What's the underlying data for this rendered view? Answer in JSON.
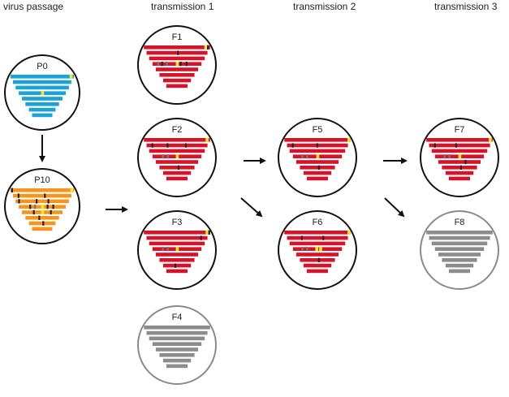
{
  "columns": [
    "virus passage",
    "transmission 1",
    "transmission 2",
    "transmission 3"
  ],
  "colors": {
    "blue": "#1aa3d6",
    "orange": "#f7941d",
    "red": "#d7132a",
    "grey": "#8c8c8c",
    "yellow": "#f5e532",
    "black": "#222222",
    "mid_grey": "#777777",
    "ring_dark": "#111111",
    "ring_grey": "#8a8a8a"
  },
  "nodes": [
    {
      "id": "P0",
      "label": "P0",
      "color": "blue",
      "ring": "dark",
      "marks": "p0"
    },
    {
      "id": "P10",
      "label": "P10",
      "color": "orange",
      "ring": "dark",
      "marks": "p10"
    },
    {
      "id": "F1",
      "label": "F1",
      "color": "red",
      "ring": "dark",
      "marks": "f1"
    },
    {
      "id": "F2",
      "label": "F2",
      "color": "red",
      "ring": "dark",
      "marks": "f2"
    },
    {
      "id": "F3",
      "label": "F3",
      "color": "red",
      "ring": "dark",
      "marks": "f3"
    },
    {
      "id": "F4",
      "label": "F4",
      "color": "grey",
      "ring": "grey",
      "marks": "none"
    },
    {
      "id": "F5",
      "label": "F5",
      "color": "red",
      "ring": "dark",
      "marks": "f5"
    },
    {
      "id": "F6",
      "label": "F6",
      "color": "red",
      "ring": "dark",
      "marks": "f6"
    },
    {
      "id": "F7",
      "label": "F7",
      "color": "red",
      "ring": "dark",
      "marks": "f7"
    },
    {
      "id": "F8",
      "label": "F8",
      "color": "grey",
      "ring": "grey",
      "marks": "none"
    }
  ],
  "edges": [
    {
      "from": "P0",
      "to": "P10"
    },
    {
      "from": "P10",
      "to": "F2"
    },
    {
      "from": "F2",
      "to": "F5"
    },
    {
      "from": "F2",
      "to": "F6"
    },
    {
      "from": "F5",
      "to": "F7"
    },
    {
      "from": "F5",
      "to": "F8"
    }
  ]
}
